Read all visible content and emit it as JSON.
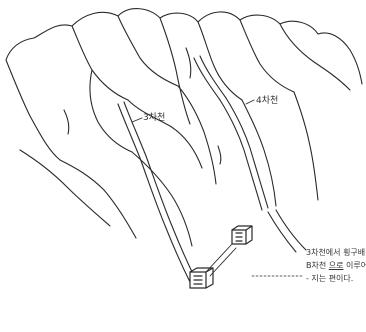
{
  "labels": {
    "stream_3rd": "3차천",
    "stream_4th": "4차천"
  },
  "note": {
    "line1": "3차천에서 횡구배",
    "line2_pre": "B차천",
    "line2_u": "으로",
    "line2_post": "이루어",
    "line3": "- 지는 편이다."
  }
}
